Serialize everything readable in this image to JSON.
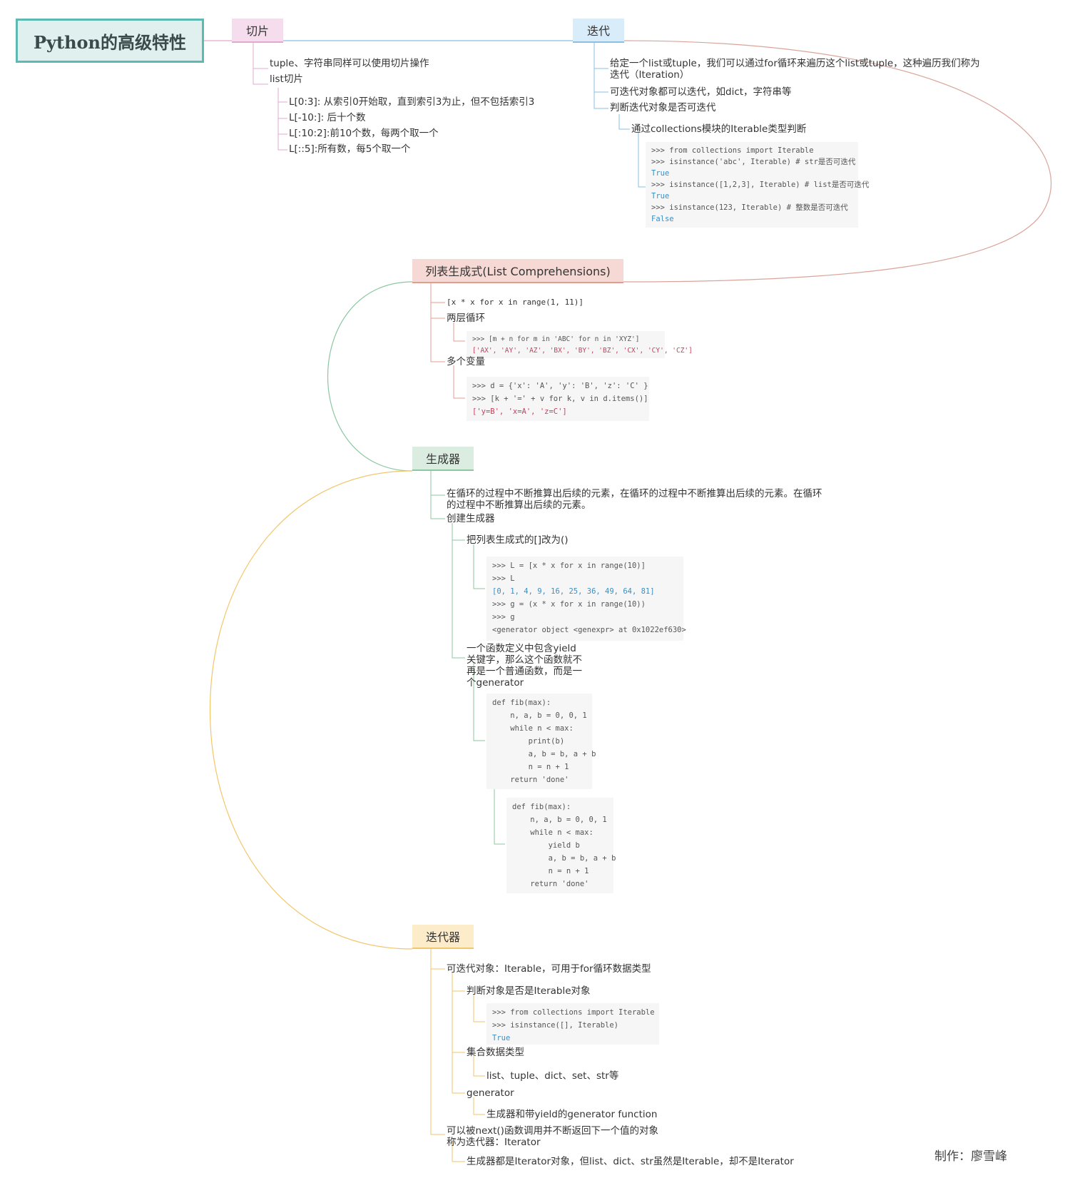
{
  "root": "Python的高级特性",
  "slice": {
    "title": "切片",
    "items": [
      "tuple、字符串同样可以使用切片操作",
      "list切片"
    ],
    "list_items": [
      "L[0:3]: 从索引0开始取，直到索引3为止，但不包括索引3",
      "L[-10:]: 后十个数",
      "L[:10:2]:前10个数，每两个取一个",
      "L[::5]:所有数，每5个取一个"
    ]
  },
  "iteration": {
    "title": "迭代",
    "items": [
      "给定一个list或tuple，我们可以通过for循环来遍历这个list或tuple，这种遍历我们称为迭代（Iteration）",
      "可迭代对象都可以迭代，如dict，字符串等",
      "判断迭代对象是否可迭代"
    ],
    "sub": "通过collections模块的Iterable类型判断",
    "code": [
      ">>> from collections import Iterable",
      ">>> isinstance('abc', Iterable) # str是否可迭代",
      "True",
      ">>> isinstance([1,2,3], Iterable) # list是否可迭代",
      "True",
      ">>> isinstance(123, Iterable) # 整数是否可迭代",
      "False"
    ]
  },
  "list_comp": {
    "title": "列表生成式(List Comprehensions)",
    "code1": "[x * x for x in range(1, 11)]",
    "item2": "两层循环",
    "code2": [
      ">>> [m + n for m in 'ABC' for n in 'XYZ']",
      "['AX', 'AY', 'AZ', 'BX', 'BY', 'BZ', 'CX', 'CY', 'CZ']"
    ],
    "item3": "多个变量",
    "code3": [
      ">>> d = {'x': 'A', 'y': 'B', 'z': 'C' }",
      ">>> [k + '=' + v for k, v in d.items()]",
      "['y=B', 'x=A', 'z=C']"
    ]
  },
  "generator": {
    "title": "生成器",
    "desc": "在循环的过程中不断推算出后续的元素，在循环的过程中不断推算出后续的元素。在循环的过程中不断推算出后续的元素。",
    "create": "创建生成器",
    "way1": "把列表生成式的[]改为()",
    "code1": [
      ">>> L = [x * x for x in range(10)]",
      ">>> L",
      "[0, 1, 4, 9, 16, 25, 36, 49, 64, 81]",
      ">>> g = (x * x for x in range(10))",
      ">>> g",
      "<generator object <genexpr> at 0x1022ef630>"
    ],
    "way2": "一个函数定义中包含yield关键字，那么这个函数就不再是一个普通函数，而是一个generator",
    "code2": [
      "def fib(max):",
      "    n, a, b = 0, 0, 1",
      "    while n < max:",
      "        print(b)",
      "        a, b = b, a + b",
      "        n = n + 1",
      "    return 'done'"
    ],
    "code3": [
      "def fib(max):",
      "    n, a, b = 0, 0, 1",
      "    while n < max:",
      "        yield b",
      "        a, b = b, a + b",
      "        n = n + 1",
      "    return 'done'"
    ]
  },
  "iterator": {
    "title": "迭代器",
    "item1": "可迭代对象：Iterable，可用于for循环数据类型",
    "judge": "判断对象是否是Iterable对象",
    "code": [
      ">>> from collections import Iterable",
      ">>> isinstance([], Iterable)",
      "True"
    ],
    "collection": "集合数据类型",
    "collection_sub": "list、tuple、dict、set、str等",
    "gen": "generator",
    "gen_sub": "生成器和带yield的generator function",
    "item2": "可以被next()函数调用并不断返回下一个值的对象称为迭代器：Iterator",
    "item2_sub": "生成器都是Iterator对象，但list、dict、str虽然是Iterable，却不是Iterator"
  },
  "credit": "制作：廖雪峰"
}
